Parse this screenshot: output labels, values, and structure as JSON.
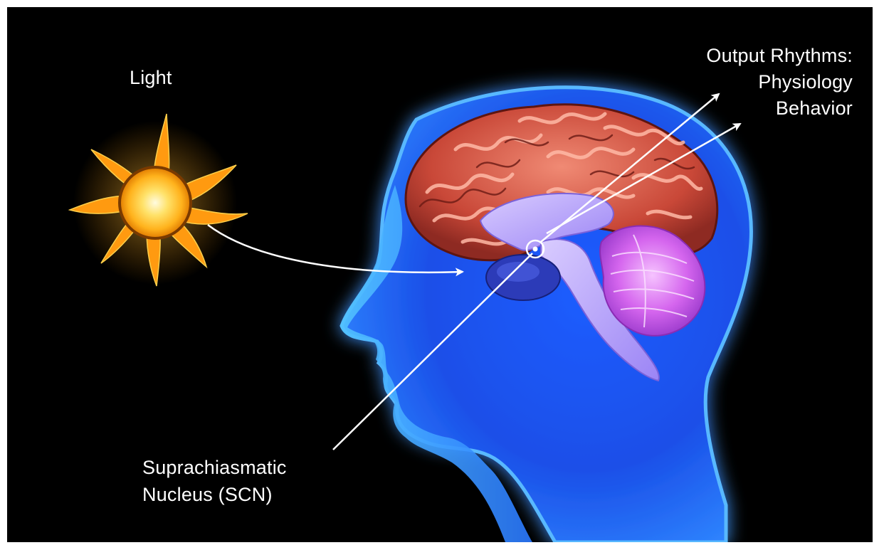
{
  "labels": {
    "light": "Light",
    "output_title": "Output Rhythms:",
    "output_item_1": "Physiology",
    "output_item_2": "Behavior",
    "scn_line_1": "Suprachiasmatic",
    "scn_line_2": "Nucleus (SCN)"
  },
  "colors": {
    "background": "#000000",
    "frame": "#ffffff",
    "head": "#1f6bff",
    "head_glow": "#3f9bff",
    "brain_cortex": "#c8483a",
    "inner_brain": "#b9a2ff",
    "cerebellum": "#d563ee",
    "sun_core": "#ffd23a",
    "sun_rays": "#ff9a10",
    "text": "#ffffff"
  },
  "icons": {
    "sun": "sun-icon",
    "arrow": "arrow-icon"
  }
}
